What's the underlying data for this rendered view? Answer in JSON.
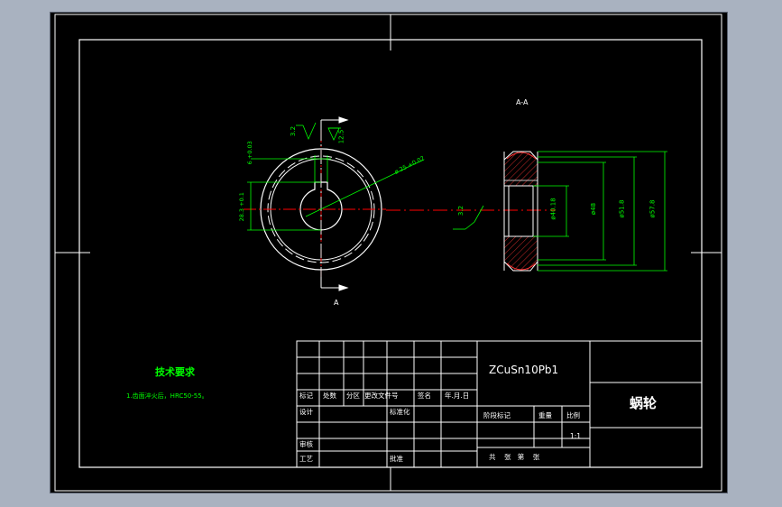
{
  "section_label": "A-A",
  "view_arrow_label": "A",
  "dimensions": {
    "roughness_left": "3.2",
    "roughness_right": "12.5",
    "keyway_width": "6 +0.03",
    "keyway_depth": "28.3 +0.1",
    "hole_diameter": "ø 25 +0.02",
    "section_roughness": "3.2",
    "d1": "ø40.18",
    "d2": "ø48",
    "d3": "ø51.8",
    "d4": "ø57.8"
  },
  "tech_requirements": {
    "title": "技术要求",
    "item1": "1.齿面淬火后，HRC50-55。"
  },
  "title_block": {
    "material": "ZCuSn10Pb1",
    "part_name": "蜗轮",
    "scale_value": "1:1",
    "headers": [
      "标记",
      "处数",
      "分区",
      "更改文件号",
      "签名",
      "年.月.日"
    ],
    "row_design": [
      "设计",
      "标准化"
    ],
    "row_review": "审核",
    "row_process": [
      "工艺",
      "批准"
    ],
    "stage_label": "阶段标记",
    "weight_label": "重量",
    "scale_label": "比例",
    "sheet_label": "共    张   第    张"
  },
  "colors": {
    "background": "#000000",
    "frame": "#ffffff",
    "geometry": "#ffffff",
    "centerline": "#ff0000",
    "dimension": "#00ff00",
    "hatch": "#00ff00",
    "screen_margin": "#a9b2c0"
  }
}
